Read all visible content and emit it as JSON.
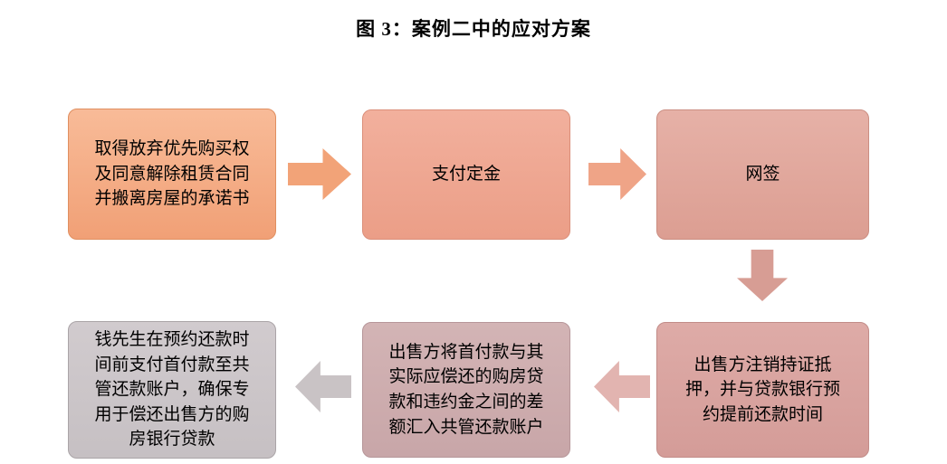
{
  "figure": {
    "title": "图 3：案例二中的应对方案"
  },
  "flowchart": {
    "steps": [
      {
        "id": "step-1",
        "label": "取得放弃优先购买权及同意解除租赁合同并搬离房屋的承诺书"
      },
      {
        "id": "step-2",
        "label": "支付定金"
      },
      {
        "id": "step-3",
        "label": "网签"
      },
      {
        "id": "step-4",
        "label": "出售方注销持证抵押，并与贷款银行预约提前还款时间"
      },
      {
        "id": "step-5",
        "label": "出售方将首付款与其实际应偿还的购房贷款和违约金之间的差额汇入共管还款账户"
      },
      {
        "id": "step-6",
        "label": "钱先生在预约还款时间前支付首付款至共管还款账户，确保专用于偿还出售方的购房银行贷款"
      }
    ],
    "connectors": [
      {
        "from": "step-1",
        "to": "step-2",
        "direction": "right"
      },
      {
        "from": "step-2",
        "to": "step-3",
        "direction": "right"
      },
      {
        "from": "step-3",
        "to": "step-4",
        "direction": "down"
      },
      {
        "from": "step-4",
        "to": "step-5",
        "direction": "left"
      },
      {
        "from": "step-5",
        "to": "step-6",
        "direction": "left"
      }
    ],
    "colors": {
      "step1_fill": "#f1a076",
      "step2_fill": "#eb9e87",
      "step3_fill": "#dc9e92",
      "step4_fill": "#d49c98",
      "step5_fill": "#c8a6a8",
      "step6_fill": "#c6c0c3",
      "arrow_right_1": "#f2a378",
      "arrow_right_2": "#efa487",
      "arrow_down_1": "#d79d94",
      "arrow_left_1": "#e2b4b0",
      "arrow_left_2": "#c9c3c5",
      "text": "#000000",
      "background": "#ffffff"
    }
  }
}
